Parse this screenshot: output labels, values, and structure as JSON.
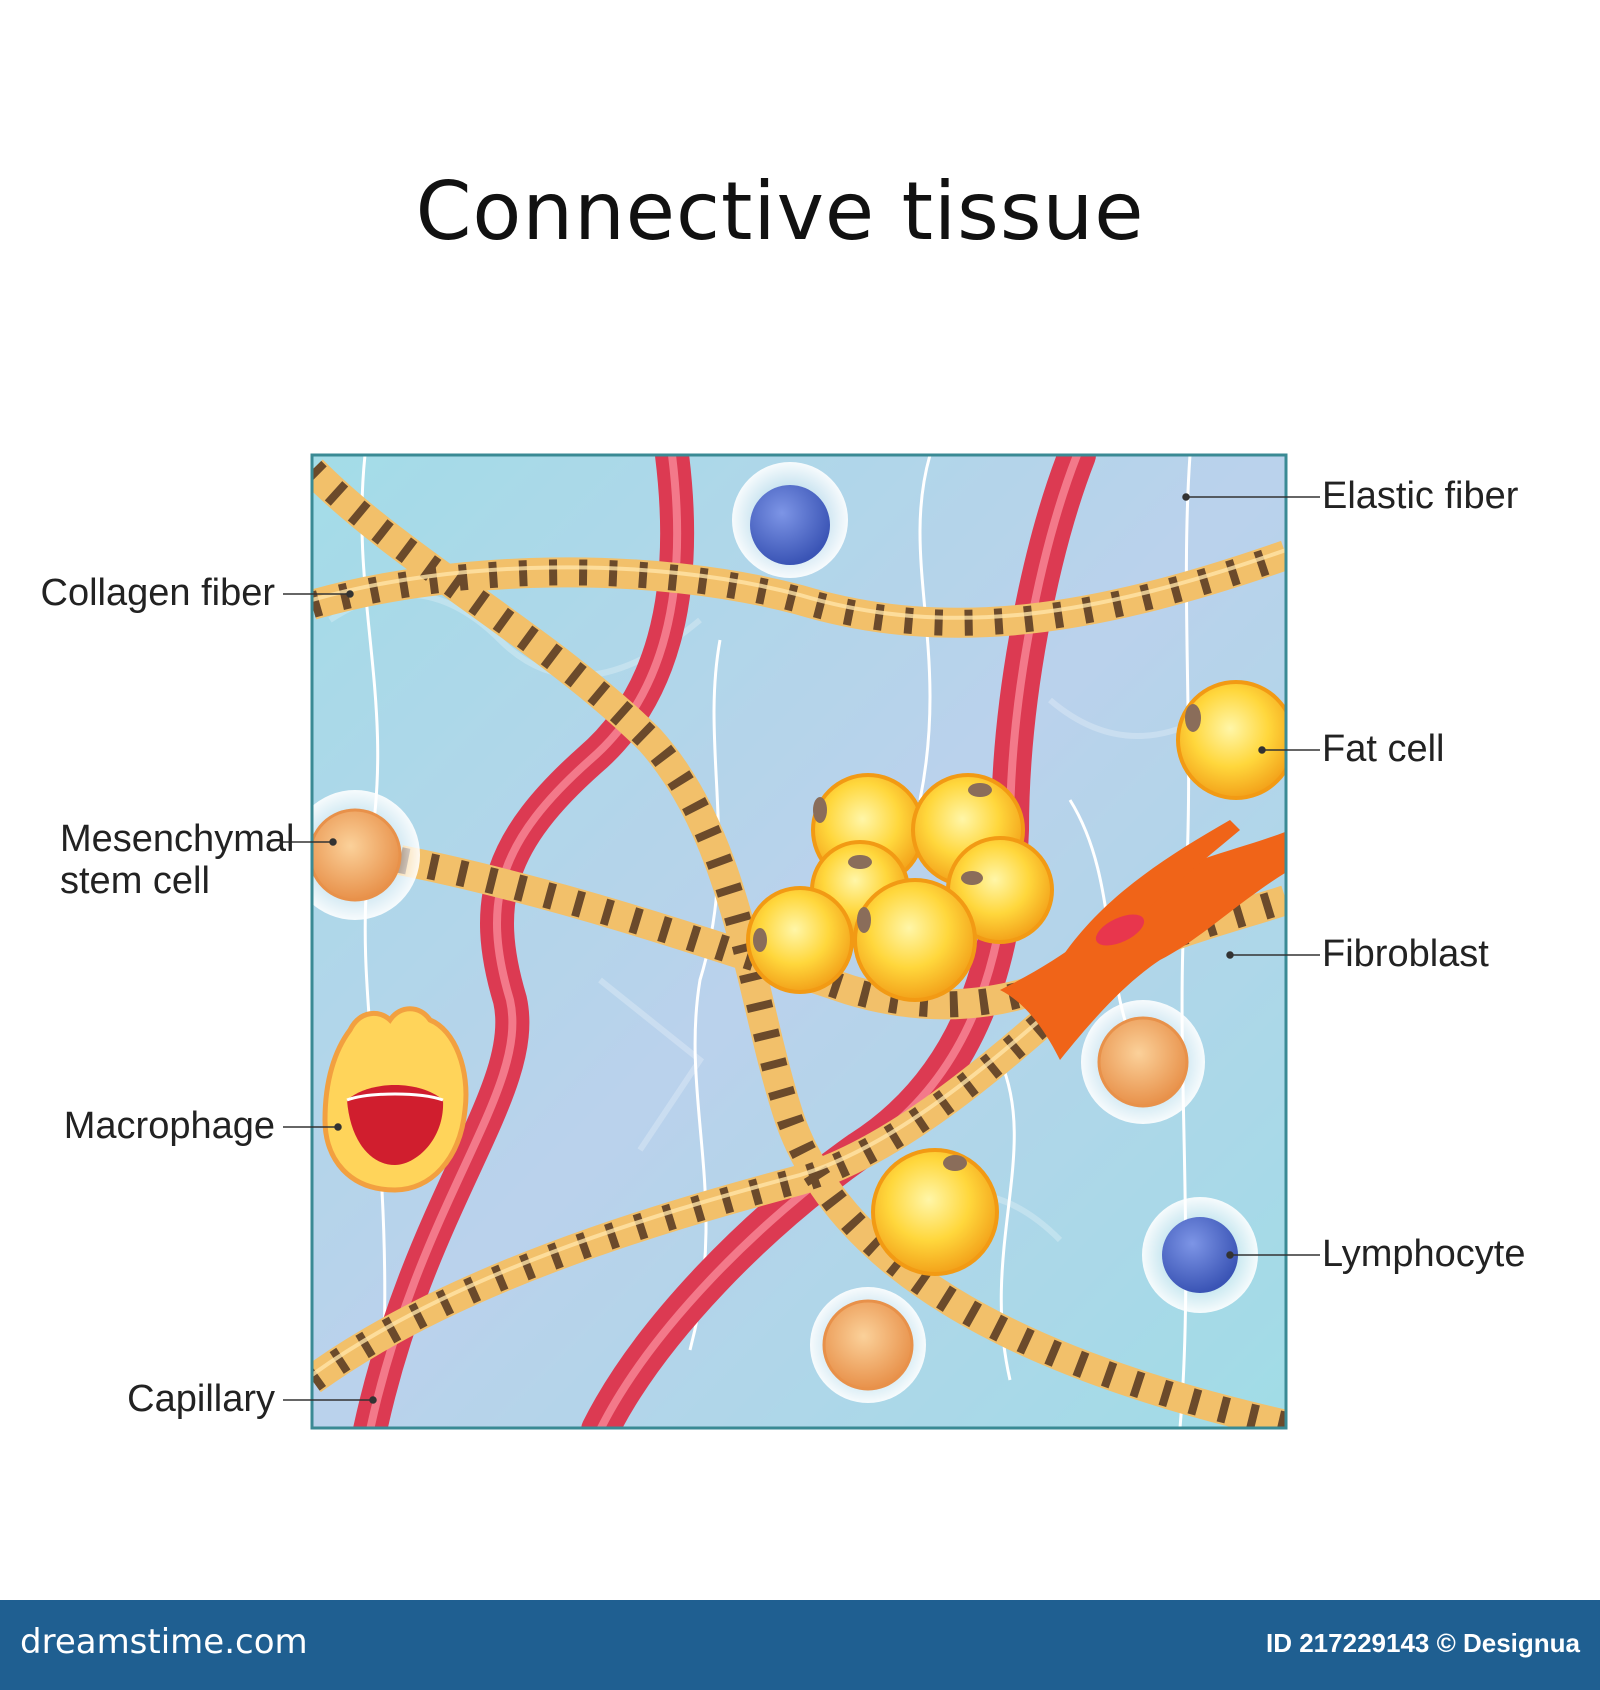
{
  "title": "Connective tissue",
  "labels": {
    "elastic_fiber": "Elastic fiber",
    "collagen_fiber": "Collagen fiber",
    "fat_cell": "Fat cell",
    "mesenchymal_line1": "Mesenchymal",
    "mesenchymal_line2": "stem cell",
    "fibroblast": "Fibroblast",
    "macrophage": "Macrophage",
    "lymphocyte": "Lymphocyte",
    "capillary": "Capillary"
  },
  "footer": {
    "brand": "dreamstime.com",
    "id_text": "ID 217229143 © Designua"
  },
  "colors": {
    "tissue_bg": "#a8dde8",
    "capillary": "#dc3a52",
    "collagen": "#f2c06a",
    "collagen_band": "#6b4a2b",
    "fat_cell": "#ffd23a",
    "fibroblast": "#f06418",
    "lymphocyte": "#4d68c8",
    "footer_bg": "#1f5f91"
  }
}
